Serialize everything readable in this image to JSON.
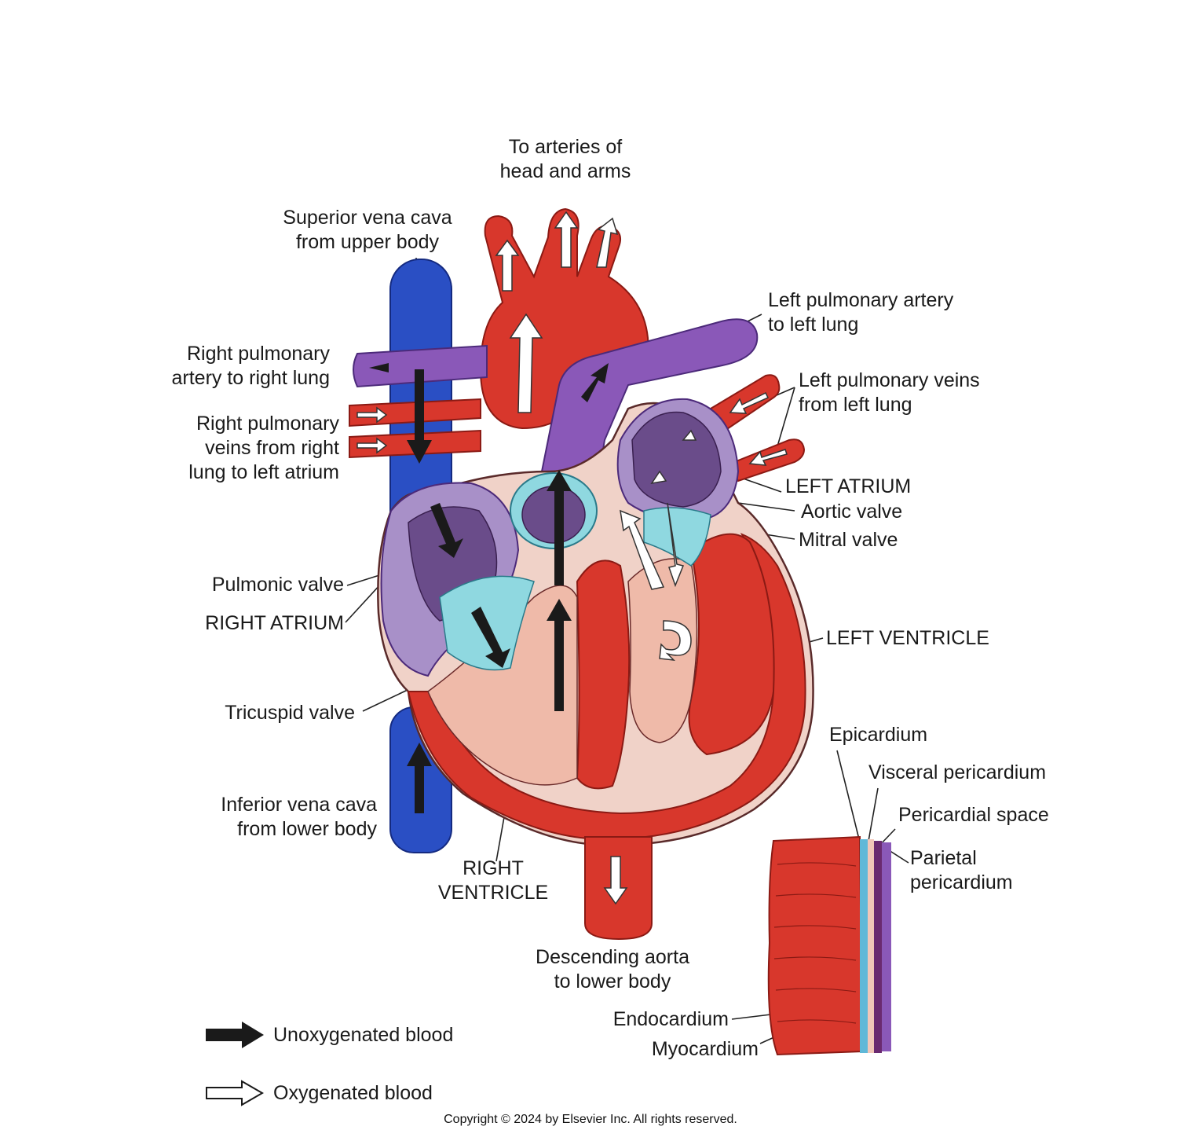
{
  "labels": {
    "to_arteries": [
      "To arteries of",
      "head and arms"
    ],
    "superior_vena_cava": [
      "Superior vena cava",
      "from upper body"
    ],
    "left_pulmonary_artery": [
      "Left pulmonary artery",
      "to left lung"
    ],
    "right_pulmonary_artery": [
      "Right pulmonary",
      "artery to right lung"
    ],
    "left_pulmonary_veins": [
      "Left pulmonary veins",
      "from left lung"
    ],
    "right_pulmonary_veins": [
      "Right pulmonary",
      "veins from right",
      "lung to left atrium"
    ],
    "left_atrium": "LEFT ATRIUM",
    "aortic_valve": "Aortic valve",
    "mitral_valve": "Mitral valve",
    "pulmonic_valve": "Pulmonic valve",
    "right_atrium": "RIGHT ATRIUM",
    "left_ventricle": "LEFT VENTRICLE",
    "tricuspid_valve": "Tricuspid valve",
    "epicardium": "Epicardium",
    "visceral_pericardium": "Visceral pericardium",
    "pericardial_space": "Pericardial space",
    "parietal_pericardium": [
      "Parietal",
      "pericardium"
    ],
    "inferior_vena_cava": [
      "Inferior vena cava",
      "from lower body"
    ],
    "right_ventricle": [
      "RIGHT",
      "VENTRICLE"
    ],
    "descending_aorta": [
      "Descending aorta",
      "to lower body"
    ],
    "endocardium": "Endocardium",
    "myocardium": "Myocardium"
  },
  "legend": {
    "unoxygenated": "Unoxygenated blood",
    "oxygenated": "Oxygenated blood"
  },
  "copyright": "Copyright © 2024 by Elsevier Inc. All rights reserved.",
  "colors": {
    "oxygenated_red": "#d8372c",
    "deoxygenated_blue": "#2a4fc4",
    "pulmonary_purple": "#8a58b8",
    "chamber_purple": "#a890c8",
    "valve_cyan": "#8fd8e0",
    "muscle_pink": "#f1c6b8"
  }
}
